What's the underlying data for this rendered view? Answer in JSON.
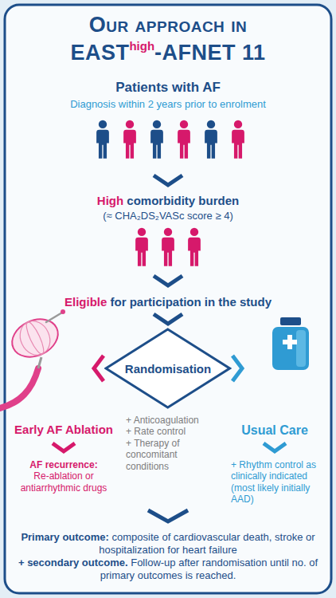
{
  "diagram": {
    "title": "Our approach in",
    "nodes": [
      {
        "text": [
          "Randomisation"
        ]
      }
    ],
    "labels": [
      "EAST",
      "high",
      "-AFNET 11",
      "Patients with AF",
      "Diagnosis within 2 years prior to enrolment",
      "High",
      "comorbidity burden",
      "(≈ CHA₂DS₂VASc score ≥ 4)",
      "Eligible",
      "for participation in the study",
      "Early AF Ablation",
      "AF recurrence:",
      "Re-ablation or antiarrhythmic drugs",
      "+ Anticoagulation",
      "+ Rate control",
      "+ Therapy of concomitant conditions",
      "Usual Care",
      "+ Rhythm control as clinically indicated (most likely initially AAD)",
      "Primary outcome:",
      "composite of cardiovascular death, stroke or hospitalization for heart failure",
      "+ secondary outcome.",
      "Follow-up after randomisation until no. of primary outcomes is reached."
    ]
  }
}
